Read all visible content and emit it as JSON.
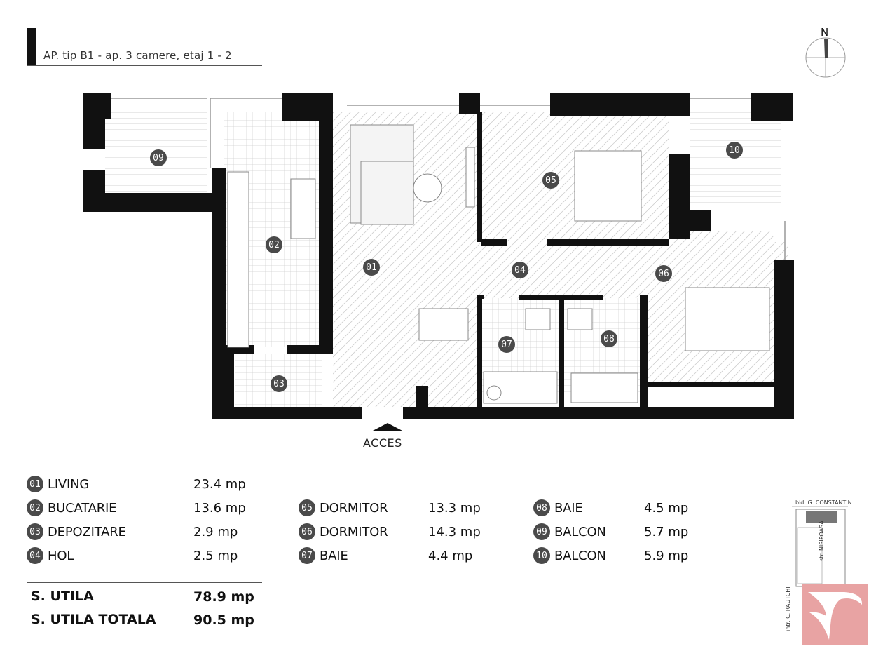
{
  "header": {
    "title": "AP. tip B1 - ap. 3 camere, etaj 1 - 2"
  },
  "compass": {
    "label": "N"
  },
  "plan": {
    "entrance_label": "ACCES",
    "room_badges": [
      "01",
      "02",
      "03",
      "04",
      "05",
      "06",
      "07",
      "08",
      "09",
      "10"
    ]
  },
  "rooms": [
    {
      "num": "01",
      "name": "LIVING",
      "area": "23.4 mp"
    },
    {
      "num": "02",
      "name": "BUCATARIE",
      "area": "13.6 mp"
    },
    {
      "num": "03",
      "name": "DEPOZITARE",
      "area": "2.9 mp"
    },
    {
      "num": "04",
      "name": "HOL",
      "area": "2.5 mp"
    },
    {
      "num": "05",
      "name": "DORMITOR",
      "area": "13.3 mp"
    },
    {
      "num": "06",
      "name": "DORMITOR",
      "area": "14.3 mp"
    },
    {
      "num": "07",
      "name": "BAIE",
      "area": "4.4 mp"
    },
    {
      "num": "08",
      "name": "BAIE",
      "area": "4.5 mp"
    },
    {
      "num": "09",
      "name": "BALCON",
      "area": "5.7 mp"
    },
    {
      "num": "10",
      "name": "BALCON",
      "area": "5.9 mp"
    }
  ],
  "summary": {
    "useful_label": "S. UTILA",
    "useful_value": "78.9 mp",
    "total_label": "S. UTILA TOTALA",
    "total_value": "90.5 mp"
  },
  "site_map": {
    "street_top": "bld. G. CONSTANTIN",
    "street_right": "str. NISIPOASA",
    "street_left": "intr. C. RAUTCHI"
  },
  "colors": {
    "wall": "#111111",
    "badge": "#4a4a4a",
    "logo": "#e8a3a3"
  },
  "icons": [
    "compass-icon",
    "entrance-arrow-icon",
    "brand-logo"
  ]
}
